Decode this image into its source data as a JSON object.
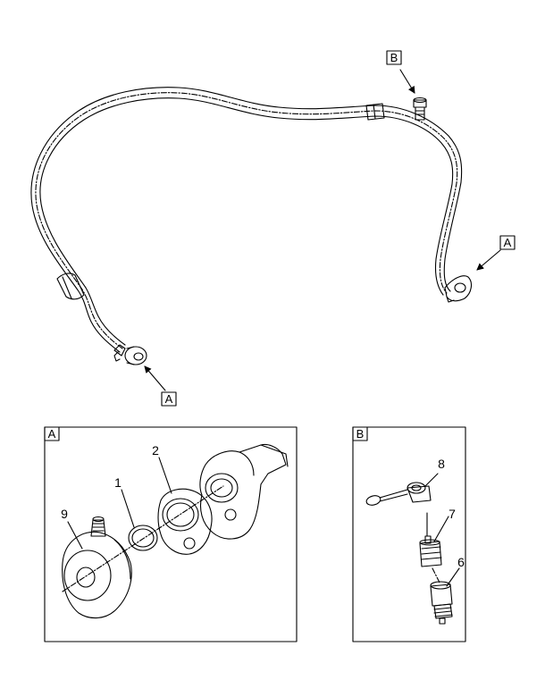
{
  "callouts": {
    "main_a1": "A",
    "main_a2": "A",
    "main_b": "B",
    "detail_a": "A",
    "detail_b": "B"
  },
  "parts": {
    "p1": "1",
    "p2": "2",
    "p6": "6",
    "p7": "7",
    "p8": "8",
    "p9": "9"
  }
}
